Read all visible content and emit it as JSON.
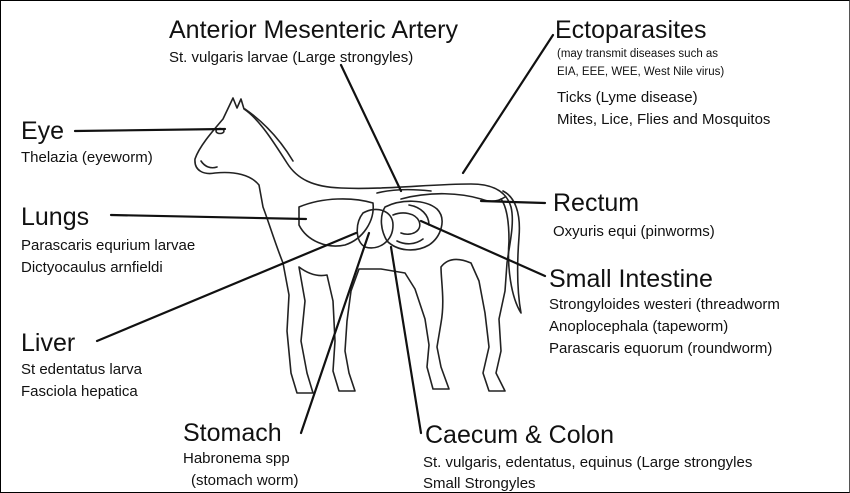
{
  "labels": {
    "anterior_mesenteric": {
      "title": "Anterior Mesenteric Artery",
      "lines": [
        "St. vulgaris larvae (Large strongyles)"
      ]
    },
    "ectoparasites": {
      "title": "Ectoparasites",
      "note_lines": [
        "(may transmit diseases such as",
        "EIA, EEE, WEE, West Nile virus)"
      ],
      "lines": [
        "Ticks (Lyme disease)",
        "Mites, Lice, Flies and Mosquitos"
      ]
    },
    "eye": {
      "title": "Eye",
      "lines": [
        "Thelazia (eyeworm)"
      ]
    },
    "lungs": {
      "title": "Lungs",
      "lines": [
        "Parascaris equrium larvae",
        "Dictyocaulus arnfieldi"
      ]
    },
    "rectum": {
      "title": "Rectum",
      "lines": [
        "Oxyuris equi (pinworms)"
      ]
    },
    "small_intestine": {
      "title": "Small Intestine",
      "lines": [
        "Strongyloides westeri (threadworm",
        "Anoplocephala (tapeworm)",
        "Parascaris equorum (roundworm)"
      ]
    },
    "liver": {
      "title": "Liver",
      "lines": [
        "St edentatus larva",
        "Fasciola hepatica"
      ]
    },
    "stomach": {
      "title": "Stomach",
      "lines": [
        "Habronema spp",
        "(stomach worm)"
      ]
    },
    "caecum_colon": {
      "title": "Caecum & Colon",
      "lines": [
        "St. vulgaris, edentatus, equinus (Large strongyles",
        "Small Strongyles"
      ]
    }
  },
  "colors": {
    "ink": "#111111",
    "background": "#ffffff"
  }
}
